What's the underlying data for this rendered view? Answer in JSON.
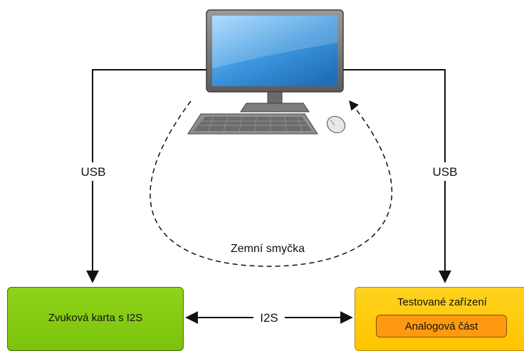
{
  "nodes": {
    "sound_card": {
      "label": "Zvuková karta s I2S",
      "color": "#80c61a"
    },
    "device": {
      "label": "Testované zařízení",
      "color": "#ffc800"
    },
    "analog": {
      "label": "Analogová část",
      "color": "#ff9a10"
    }
  },
  "edges": {
    "usb_left": "USB",
    "usb_right": "USB",
    "i2s": "I2S",
    "ground_loop": "Zemní smyčka"
  },
  "icons": {
    "computer": "desktop-computer-icon"
  }
}
